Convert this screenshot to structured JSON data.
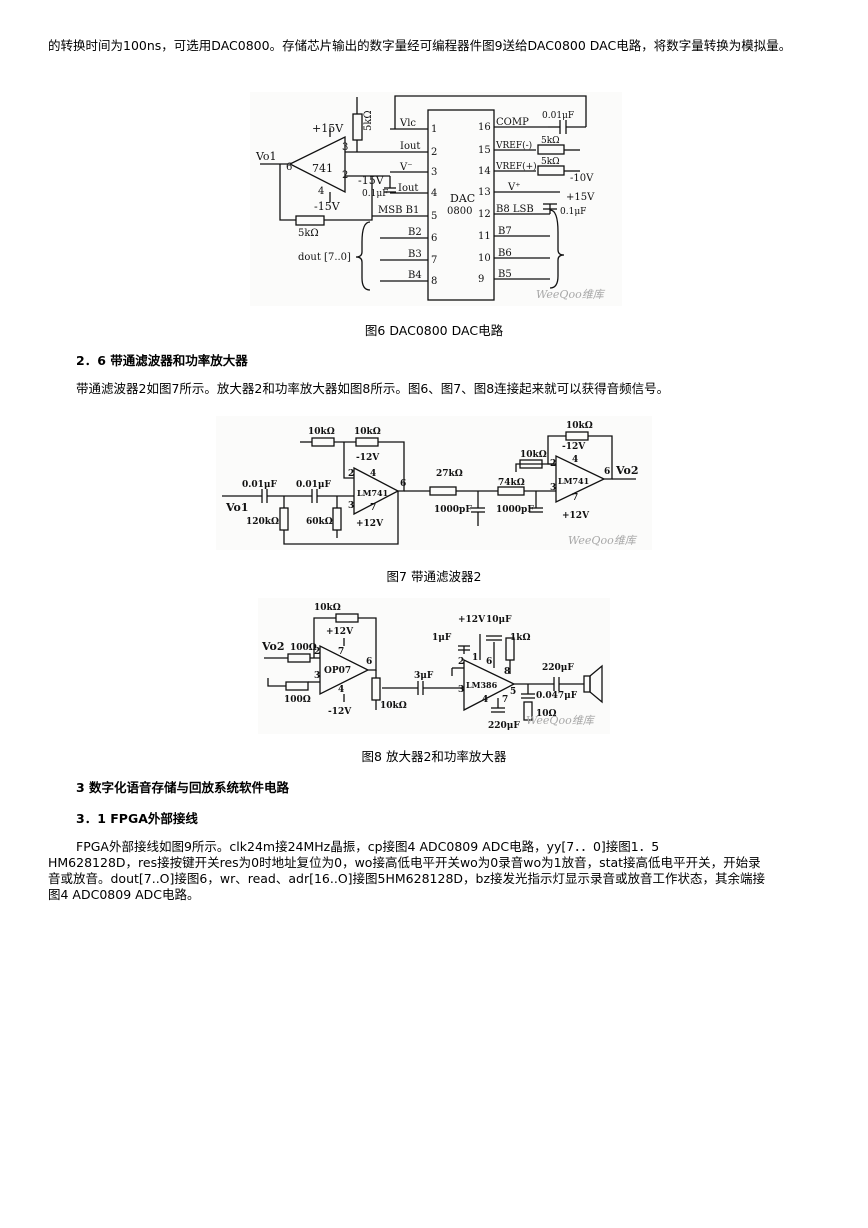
{
  "intro": {
    "text": "的转换时间为100ns，可选用DAC0800。存储芯片输出的数字量经可编程器件图9送给DAC0800 DAC电路，将数字量转换为模拟量。"
  },
  "figure6": {
    "caption": "图6 DAC0800 DAC电路",
    "watermark": "WeeQoo维库",
    "labels": {
      "vo1": "Vo1",
      "plus15v": "+15V",
      "minus15v_left": "-15V",
      "minus15v_mid": "-15V",
      "res_5k_top": "5kΩ",
      "res_5k_fb": "5kΩ",
      "op741": "741",
      "pin6": "6",
      "pin3": "3",
      "pin2": "2",
      "pin4": "4",
      "cap_01": "0.1μF",
      "dout": "dout [7..0]",
      "vlc": "Vlc",
      "iout": "Iout",
      "vminus": "V⁻",
      "iout_bar": "Iout",
      "msb": "MSB B1",
      "b2": "B2",
      "b3": "B3",
      "b4": "B4",
      "dac": "DAC",
      "dac_num": "0800",
      "comp": "COMP",
      "vref_minus": "VREF(-)",
      "vref_plus": "VREF(+)",
      "vplus": "V⁺",
      "b8": "B8  LSB",
      "b7": "B7",
      "b6": "B6",
      "b5": "B5",
      "cap_001": "0.01μF",
      "res_5k_r1": "5kΩ",
      "res_5k_r2": "5kΩ",
      "v10": "-10V",
      "p15v_r": "+15V",
      "cap_01_r": "0.1μF",
      "left_pins": [
        "1",
        "2",
        "3",
        "4",
        "5",
        "6",
        "7",
        "8"
      ],
      "right_pins": [
        "16",
        "15",
        "14",
        "13",
        "12",
        "11",
        "10",
        "9"
      ]
    }
  },
  "section26": {
    "heading": "2．6 带通滤波器和功率放大器",
    "text": "带通滤波器2如图7所示。放大器2和功率放大器如图8所示。图6、图7、图8连接起来就可以获得音频信号。"
  },
  "figure7": {
    "caption": "图7 带通滤波器2",
    "watermark": "WeeQoo维库",
    "labels": {
      "r10k_a": "10kΩ",
      "r10k_b": "10kΩ",
      "m12v_a": "-12V",
      "c001_a": "0.01μF",
      "c001_b": "0.01μF",
      "vo1": "Vo1",
      "r120k": "120kΩ",
      "r60k": "60kΩ",
      "lm741_a": "LM741",
      "p12v_a": "+12V",
      "r27k": "27kΩ",
      "c1000_a": "1000pF",
      "r10k_c": "10kΩ",
      "r74k": "74kΩ",
      "c1000_b": "1000pF",
      "r10k_d": "10kΩ",
      "m12v_b": "-12V",
      "lm741_b": "LM741",
      "p12v_b": "+12V",
      "vo2": "Vo2",
      "n2a": "2",
      "n3a": "3",
      "n4a": "4",
      "n6a": "6",
      "n7a": "7",
      "n2b": "2",
      "n3b": "3",
      "n4b": "4",
      "n6b": "6",
      "n7b": "7"
    }
  },
  "figure8": {
    "caption": "图8 放大器2和功率放大器",
    "watermark": "WeeQoo维库",
    "labels": {
      "r10k_fb": "10kΩ",
      "p12v": "+12V",
      "vo2": "Vo2",
      "r100_a": "100Ω",
      "r100_b": "100Ω",
      "op07": "OP07",
      "m12v": "-12V",
      "r10k_pot": "10kΩ",
      "c3u": "3μF",
      "p12v_b": "+12V",
      "c10u": "10μF",
      "c1u": "1μF",
      "r1k": "1kΩ",
      "lm386": "LM386",
      "c220u_a": "220μF",
      "c0047": "0.047μF",
      "r10": "10Ω",
      "c220u_b": "220μF",
      "n2": "2",
      "n3": "3",
      "n4": "4",
      "n6": "6",
      "n7": "7",
      "m2": "2",
      "m3": "3",
      "m1": "1",
      "m6": "6",
      "m8": "8",
      "m5": "5",
      "m4": "4",
      "m7": "7"
    }
  },
  "section3": {
    "heading": "3 数字化语音存储与回放系统软件电路"
  },
  "section31": {
    "heading": "3．1 FPGA外部接线",
    "line1": "FPGA外部接线如图9所示。clk24m接24MHz晶振，cp接图4 ADC0809 ADC电路，yy[7．．0]接图1．5",
    "line2": "HM628128D，res接按键开关res为0时地址复位为0，wo接高低电平开关wo为0录音wo为1放音，stat接高低电平开关，开始录",
    "line3": "音或放音。dout[7..O]接图6，wr、read、adr[16..O]接图5HM628128D，bz接发光指示灯显示录音或放音工作状态，其余端接",
    "line4": "图4 ADC0809 ADC电路。"
  }
}
